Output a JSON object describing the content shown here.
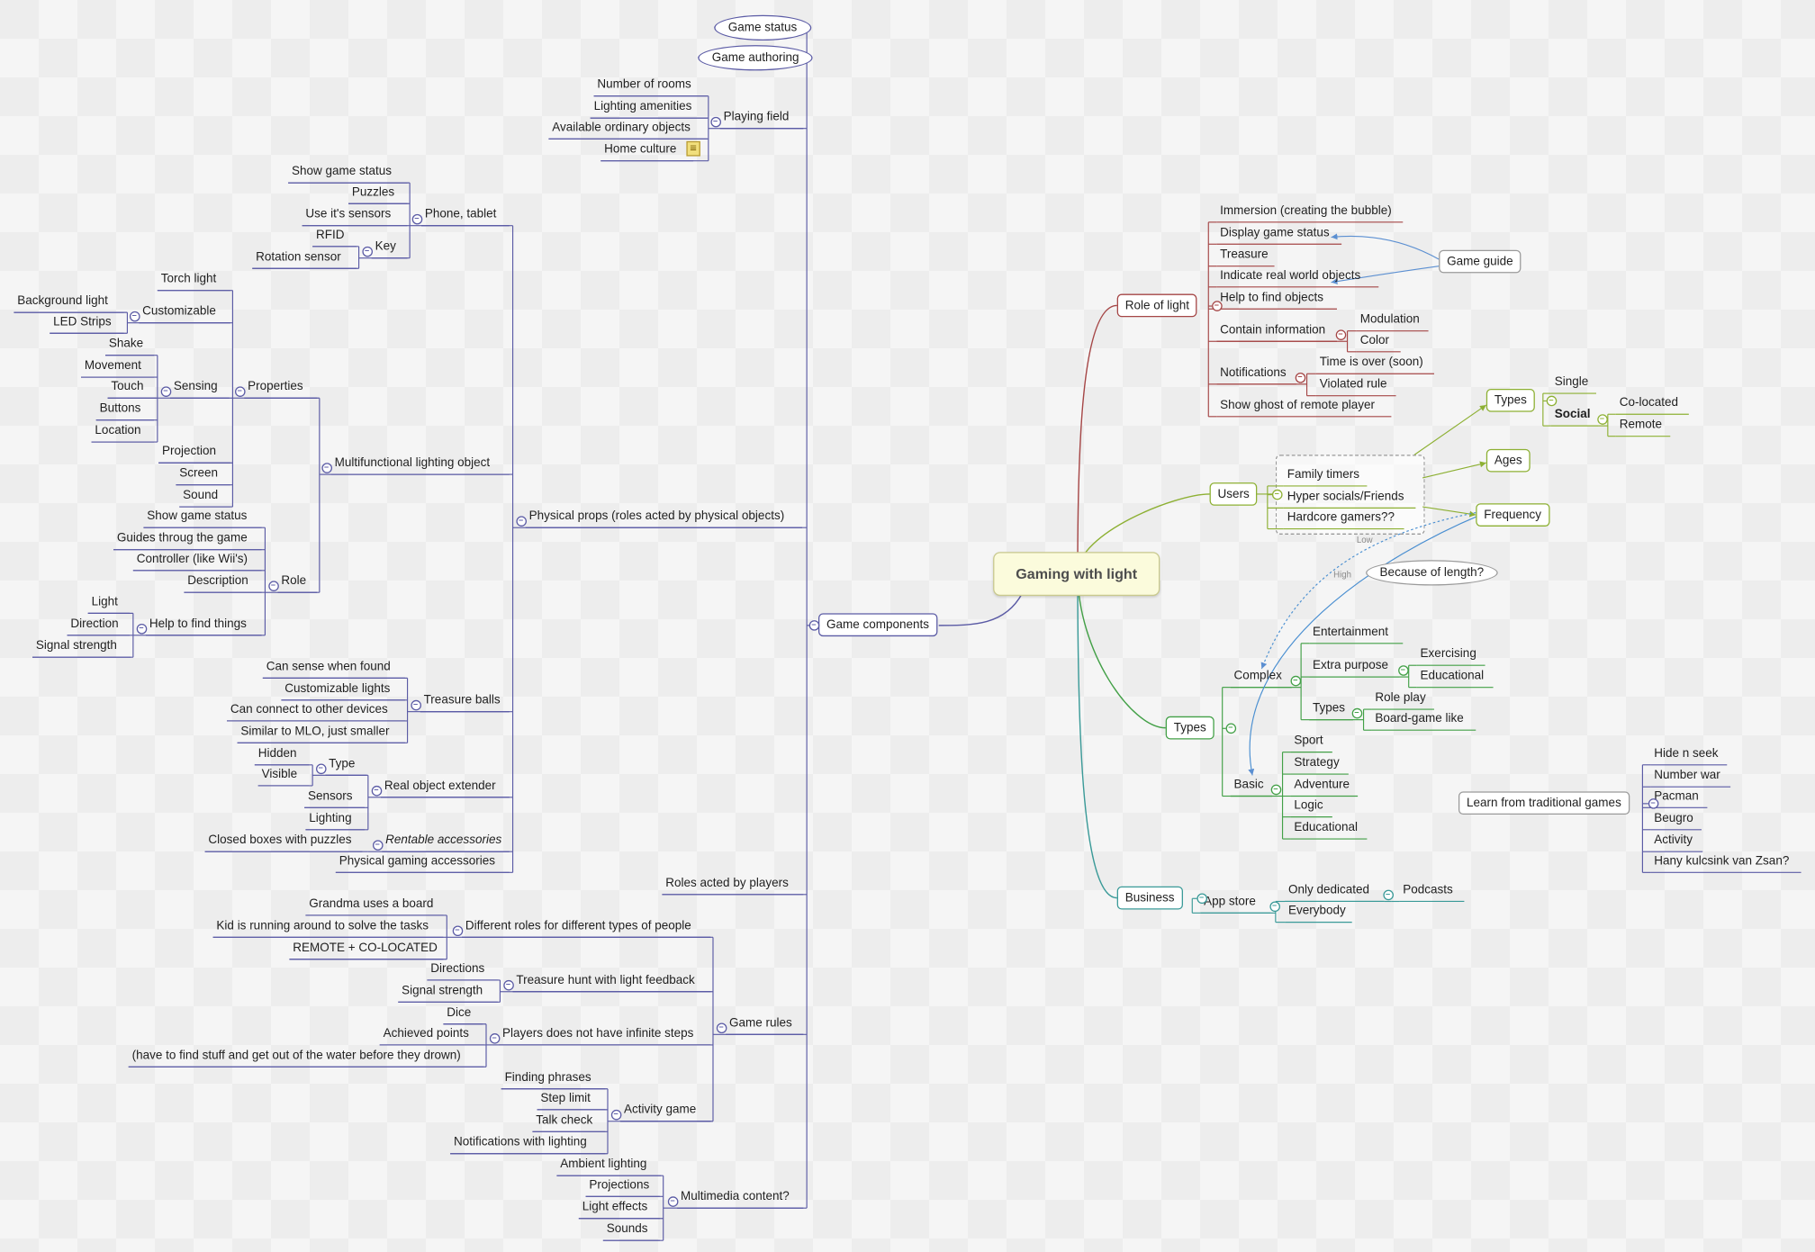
{
  "colors": {
    "components": "#5b5ba5",
    "light": "#a54646",
    "users": "#8db033",
    "types": "#43a047",
    "business": "#3a9a98",
    "guide": "#5b8fd1",
    "frequency": "#4a8fd1"
  },
  "root": {
    "label": "Gaming with light"
  },
  "nodes": [
    {
      "id": "root",
      "label": "Gaming with light",
      "style": "root"
    },
    {
      "id": "gc",
      "label": "Game components",
      "style": "box",
      "color": "components"
    },
    {
      "id": "gs",
      "label": "Game status",
      "style": "ellipse",
      "color": "components"
    },
    {
      "id": "ga",
      "label": "Game authoring",
      "style": "ellipse",
      "color": "components"
    },
    {
      "id": "pf",
      "label": "Playing field",
      "color": "components"
    },
    {
      "id": "pf1",
      "label": "Number of rooms",
      "color": "components"
    },
    {
      "id": "pf2",
      "label": "Lighting amenities",
      "color": "components"
    },
    {
      "id": "pf3",
      "label": "Available ordinary objects",
      "color": "components"
    },
    {
      "id": "pf4",
      "label": "Home culture",
      "color": "components"
    },
    {
      "id": "note",
      "label": "",
      "style": "icon",
      "icon": "note-icon",
      "color": "components"
    },
    {
      "id": "pp",
      "label": "Physical props (roles acted by physical objects)",
      "color": "components"
    },
    {
      "id": "pt",
      "label": "Phone, tablet",
      "color": "components"
    },
    {
      "id": "pt1",
      "label": "Show game status",
      "color": "components"
    },
    {
      "id": "pt2",
      "label": "Puzzles",
      "color": "components"
    },
    {
      "id": "pt3",
      "label": "Use it's sensors",
      "color": "components"
    },
    {
      "id": "key",
      "label": "Key",
      "color": "components"
    },
    {
      "id": "key1",
      "label": "RFID",
      "color": "components"
    },
    {
      "id": "key2",
      "label": "Rotation sensor",
      "color": "components"
    },
    {
      "id": "mlo",
      "label": "Multifunctional lighting object",
      "color": "components"
    },
    {
      "id": "prop",
      "label": "Properties",
      "color": "components"
    },
    {
      "id": "tl",
      "label": "Torch light",
      "color": "components"
    },
    {
      "id": "cust",
      "label": "Customizable",
      "color": "components"
    },
    {
      "id": "bgl",
      "label": "Background light",
      "color": "components"
    },
    {
      "id": "led",
      "label": "LED Strips",
      "color": "components"
    },
    {
      "id": "sens",
      "label": "Sensing",
      "color": "components"
    },
    {
      "id": "s1",
      "label": "Shake",
      "color": "components"
    },
    {
      "id": "s2",
      "label": "Movement",
      "color": "components"
    },
    {
      "id": "s3",
      "label": "Touch",
      "color": "components"
    },
    {
      "id": "s4",
      "label": "Buttons",
      "color": "components"
    },
    {
      "id": "s5",
      "label": "Location",
      "color": "components"
    },
    {
      "id": "proj",
      "label": "Projection",
      "color": "components"
    },
    {
      "id": "scr",
      "label": "Screen",
      "color": "components"
    },
    {
      "id": "snd",
      "label": "Sound",
      "color": "components"
    },
    {
      "id": "role",
      "label": "Role",
      "color": "components"
    },
    {
      "id": "r1",
      "label": "Show game status",
      "color": "components"
    },
    {
      "id": "r2",
      "label": "Guides throug the game",
      "color": "components"
    },
    {
      "id": "r3",
      "label": "Controller (like Wii's)",
      "color": "components"
    },
    {
      "id": "r4",
      "label": "Description",
      "color": "components"
    },
    {
      "id": "hf",
      "label": "Help to find things",
      "color": "components"
    },
    {
      "id": "hf1",
      "label": "Light",
      "color": "components"
    },
    {
      "id": "hf2",
      "label": "Direction",
      "color": "components"
    },
    {
      "id": "hf3",
      "label": "Signal strength",
      "color": "components"
    },
    {
      "id": "tb",
      "label": "Treasure balls",
      "color": "components"
    },
    {
      "id": "tb1",
      "label": "Can sense when found",
      "color": "components"
    },
    {
      "id": "tb2",
      "label": "Customizable lights",
      "color": "components"
    },
    {
      "id": "tb3",
      "label": "Can connect to other devices",
      "color": "components"
    },
    {
      "id": "tb4",
      "label": "Similar to MLO, just smaller",
      "color": "components"
    },
    {
      "id": "roe",
      "label": "Real object extender",
      "color": "components"
    },
    {
      "id": "type",
      "label": "Type",
      "color": "components"
    },
    {
      "id": "hid",
      "label": "Hidden",
      "color": "components"
    },
    {
      "id": "vis",
      "label": "Visible",
      "color": "components"
    },
    {
      "id": "roe2",
      "label": "Sensors",
      "color": "components"
    },
    {
      "id": "roe3",
      "label": "Lighting",
      "color": "components"
    },
    {
      "id": "ra",
      "label": "Rentable accessories",
      "style": "italic",
      "color": "components"
    },
    {
      "id": "ra1",
      "label": "Closed boxes with puzzles",
      "color": "components"
    },
    {
      "id": "pga",
      "label": "Physical gaming accessories",
      "color": "components"
    },
    {
      "id": "rap",
      "label": "Roles acted by players",
      "color": "components"
    },
    {
      "id": "gr",
      "label": "Game rules",
      "color": "components"
    },
    {
      "id": "dr",
      "label": "Different roles for different types of people",
      "color": "components"
    },
    {
      "id": "dr1",
      "label": "Grandma uses a board",
      "color": "components"
    },
    {
      "id": "dr2",
      "label": "Kid is running around to solve the tasks",
      "color": "components"
    },
    {
      "id": "dr3",
      "label": "REMOTE + CO-LOCATED",
      "color": "components"
    },
    {
      "id": "th",
      "label": "Treasure hunt with light feedback",
      "color": "components"
    },
    {
      "id": "th1",
      "label": "Directions",
      "color": "components"
    },
    {
      "id": "th2",
      "label": "Signal strength",
      "color": "components"
    },
    {
      "id": "pd",
      "label": "Players does not have infinite steps",
      "color": "components"
    },
    {
      "id": "pd1",
      "label": "Dice",
      "color": "components"
    },
    {
      "id": "pd2",
      "label": "Achieved points",
      "color": "components"
    },
    {
      "id": "pd3",
      "label": "(have to find stuff and get out of the water before they drown)",
      "color": "components"
    },
    {
      "id": "ag",
      "label": "Activity game",
      "color": "components"
    },
    {
      "id": "ag1",
      "label": "Finding phrases",
      "color": "components"
    },
    {
      "id": "ag2",
      "label": "Step limit",
      "color": "components"
    },
    {
      "id": "ag3",
      "label": "Talk check",
      "color": "components"
    },
    {
      "id": "ag4",
      "label": "Notifications with lighting",
      "color": "components"
    },
    {
      "id": "mc",
      "label": "Multimedia content?",
      "color": "components"
    },
    {
      "id": "mc1",
      "label": "Ambient lighting",
      "color": "components"
    },
    {
      "id": "mc2",
      "label": "Projections",
      "color": "components"
    },
    {
      "id": "mc3",
      "label": "Light effects",
      "color": "components"
    },
    {
      "id": "mc4",
      "label": "Sounds",
      "color": "components"
    },
    {
      "id": "rol",
      "label": "Role of light",
      "style": "box",
      "color": "light"
    },
    {
      "id": "l1",
      "label": "Immersion (creating the bubble)",
      "color": "light"
    },
    {
      "id": "l2",
      "label": "Display game status",
      "color": "light"
    },
    {
      "id": "l3",
      "label": "Treasure",
      "color": "light"
    },
    {
      "id": "l4",
      "label": "Indicate real world objects",
      "color": "light"
    },
    {
      "id": "l5",
      "label": "Help to find objects",
      "color": "light"
    },
    {
      "id": "l6",
      "label": "Contain information",
      "color": "light"
    },
    {
      "id": "l6a",
      "label": "Modulation",
      "color": "light"
    },
    {
      "id": "l6b",
      "label": "Color",
      "color": "light"
    },
    {
      "id": "l7",
      "label": "Notifications",
      "color": "light"
    },
    {
      "id": "l7a",
      "label": "Time is over (soon)",
      "color": "light"
    },
    {
      "id": "l7b",
      "label": "Violated rule",
      "color": "light"
    },
    {
      "id": "l8",
      "label": "Show ghost of remote player",
      "color": "light"
    },
    {
      "id": "gg",
      "label": "Game guide",
      "style": "box",
      "color": "neutral"
    },
    {
      "id": "us",
      "label": "Users",
      "style": "box",
      "color": "users"
    },
    {
      "id": "uf",
      "label": "",
      "style": "dashed",
      "color": "neutral"
    },
    {
      "id": "u1",
      "label": "Family timers",
      "color": "users"
    },
    {
      "id": "u2",
      "label": "Hyper socials/Friends",
      "color": "users"
    },
    {
      "id": "u3",
      "label": "Hardcore gamers??",
      "color": "users"
    },
    {
      "id": "ut",
      "label": "Types",
      "style": "box",
      "color": "users"
    },
    {
      "id": "ut1",
      "label": "Single",
      "color": "users"
    },
    {
      "id": "ut2",
      "label": "Social",
      "style": "bold",
      "color": "users"
    },
    {
      "id": "ut2a",
      "label": "Co-located",
      "color": "users"
    },
    {
      "id": "ut2b",
      "label": "Remote",
      "color": "users"
    },
    {
      "id": "ua",
      "label": "Ages",
      "style": "box",
      "color": "users"
    },
    {
      "id": "ufr",
      "label": "Frequency",
      "style": "box",
      "color": "users"
    },
    {
      "id": "bol",
      "label": "Because of length?",
      "style": "ellipse",
      "color": "neutral"
    },
    {
      "id": "low",
      "label": "Low",
      "style": "small",
      "color": "neutral"
    },
    {
      "id": "high",
      "label": "High",
      "style": "small",
      "color": "neutral"
    },
    {
      "id": "ty",
      "label": "Types",
      "style": "box",
      "color": "types"
    },
    {
      "id": "cx",
      "label": "Complex",
      "color": "types"
    },
    {
      "id": "cx1",
      "label": "Entertainment",
      "color": "types"
    },
    {
      "id": "cx2",
      "label": "Extra purpose",
      "color": "types"
    },
    {
      "id": "cx2a",
      "label": "Exercising",
      "color": "types"
    },
    {
      "id": "cx2b",
      "label": "Educational",
      "color": "types"
    },
    {
      "id": "cx3",
      "label": "Types",
      "color": "types"
    },
    {
      "id": "cx3a",
      "label": "Role play",
      "color": "types"
    },
    {
      "id": "cx3b",
      "label": "Board-game like",
      "color": "types"
    },
    {
      "id": "ba",
      "label": "Basic",
      "color": "types"
    },
    {
      "id": "ba1",
      "label": "Sport",
      "color": "types"
    },
    {
      "id": "ba2",
      "label": "Strategy",
      "color": "types"
    },
    {
      "id": "ba3",
      "label": "Adventure",
      "color": "types"
    },
    {
      "id": "ba4",
      "label": "Logic",
      "color": "types"
    },
    {
      "id": "ba5",
      "label": "Educational",
      "color": "types"
    },
    {
      "id": "lt",
      "label": "Learn from traditional games",
      "style": "box",
      "color": "neutral"
    },
    {
      "id": "lt1",
      "label": "Hide n seek",
      "color": "components"
    },
    {
      "id": "lt2",
      "label": "Number war",
      "color": "components"
    },
    {
      "id": "lt3",
      "label": "Pacman",
      "color": "components"
    },
    {
      "id": "lt4",
      "label": "Beugro",
      "color": "components"
    },
    {
      "id": "lt5",
      "label": "Activity",
      "color": "components"
    },
    {
      "id": "lt6",
      "label": "Hany kulcsink van Zsan?",
      "color": "components"
    },
    {
      "id": "bu",
      "label": "Business",
      "style": "box",
      "color": "business"
    },
    {
      "id": "as",
      "label": "App store",
      "color": "business"
    },
    {
      "id": "od",
      "label": "Only dedicated",
      "color": "business"
    },
    {
      "id": "pod",
      "label": "Podcasts",
      "color": "business"
    },
    {
      "id": "ev",
      "label": "Everybody",
      "color": "business"
    }
  ]
}
